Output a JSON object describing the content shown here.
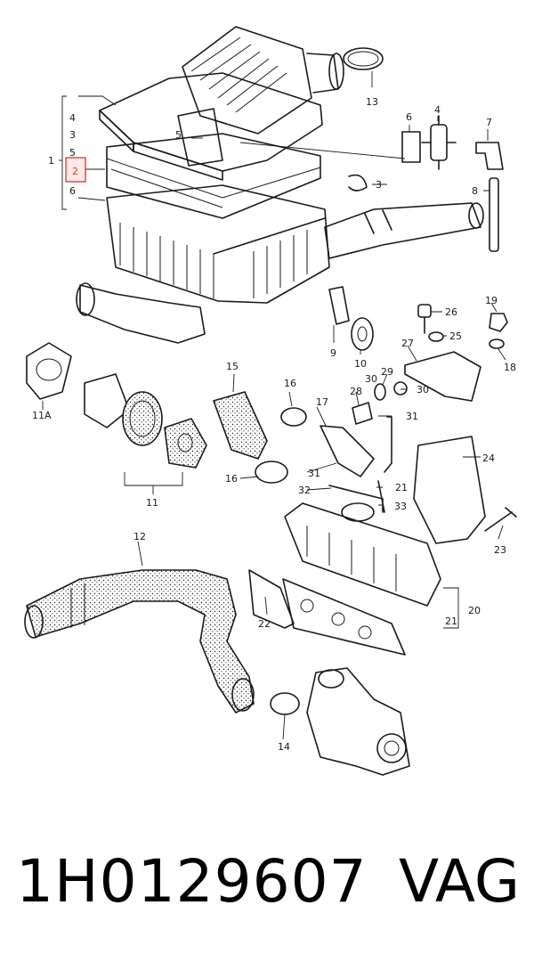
{
  "diagram": {
    "labels": {
      "l1": "1",
      "l2": "2",
      "l3a": "3",
      "l3b": "3",
      "l4a": "4",
      "l4b": "4",
      "l5a": "5",
      "l5b": "5",
      "l6a": "6",
      "l6b": "6",
      "l7": "7",
      "l8": "8",
      "l9": "9",
      "l10": "10",
      "l11": "11",
      "l11a": "11A",
      "l12": "12",
      "l13": "13",
      "l14": "14",
      "l15": "15",
      "l16a": "16",
      "l16b": "16",
      "l17": "17",
      "l18": "18",
      "l19": "19",
      "l20": "20",
      "l21a": "21",
      "l21b": "21",
      "l22": "22",
      "l23": "23",
      "l24": "24",
      "l25": "25",
      "l26": "26",
      "l27": "27",
      "l28": "28",
      "l29": "29",
      "l30a": "30",
      "l30b": "30",
      "l31a": "31",
      "l31b": "31",
      "l32": "32",
      "l33": "33"
    },
    "highlight_color": "#e03030"
  },
  "footer": {
    "part_number": "1H0129607",
    "brand": "VAG"
  }
}
